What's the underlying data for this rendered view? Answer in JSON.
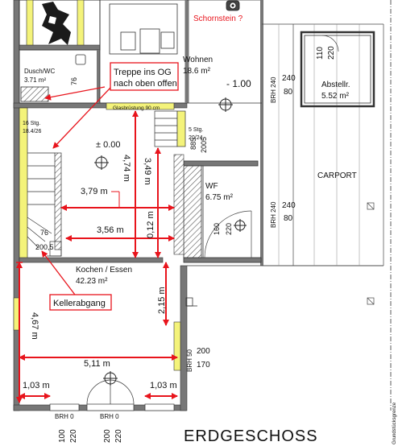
{
  "title": "ERDGESCHOSS",
  "note_chimney": "Schornstein ?",
  "callouts": {
    "stairs_upper": [
      "Treppe ins OG",
      "nach oben offen"
    ],
    "cellar": "Kellerabgang"
  },
  "rooms": {
    "wohnen": {
      "name": "Wohnen",
      "area": "18.6 m²",
      "level": "- 1.00"
    },
    "dusch": {
      "name": "Dusch/WC",
      "area": "3.71 m²"
    },
    "wf": {
      "name": "WF",
      "area": "6.75 m²"
    },
    "kochen": {
      "name": "Kochen / Essen",
      "area": "42.23 m²"
    },
    "abstell": {
      "name": "Abstellr.",
      "area": "5.52 m²"
    },
    "carport": {
      "name": "CARPORT"
    }
  },
  "stairs": {
    "main": {
      "count": "16 Stg.",
      "ratio": "18.4/26"
    },
    "small": {
      "count": "5 Stg.",
      "ratio": "20/24"
    },
    "cellar_mark": "76",
    "cellar_height": "200,5"
  },
  "level_zero": "± 0.00",
  "glass_rail": "Glasbrüstung 90 cm",
  "dimensions": {
    "d474": "4,74 m",
    "d349": "3,49 m",
    "d379": "3,79 m",
    "d356": "3,56 m",
    "d012": "0,12 m",
    "d215": "2,15 m",
    "d467": "4,67 m",
    "d511": "5,11 m",
    "d103a": "1,03 m",
    "d103b": "1,03 m"
  },
  "openings": {
    "dusch_door": "76",
    "wohnen_top": [
      "885",
      "2005"
    ],
    "wf_door": [
      "160",
      "220"
    ],
    "brh_upper": {
      "label": "BRH 240",
      "w": "240",
      "h": "80"
    },
    "brh_lower": {
      "label": "BRH 240",
      "w": "240",
      "h": "80"
    },
    "brh_kitchen": {
      "label": "BRH 50",
      "w": "200",
      "h": "170"
    },
    "brh_bottom_left": {
      "label": "BRH 0",
      "w": "100",
      "h": "220"
    },
    "brh_bottom_right": {
      "label": "BRH 0",
      "w": "200",
      "h": "220"
    },
    "abstell_window": [
      "110",
      "220"
    ]
  },
  "property_line": "Grundstücksgrenze",
  "colors": {
    "red": "#e8141c",
    "wall": "#6f6f6f",
    "hatch": "#555555",
    "yellow": "#f4f37a",
    "line": "#222222"
  }
}
